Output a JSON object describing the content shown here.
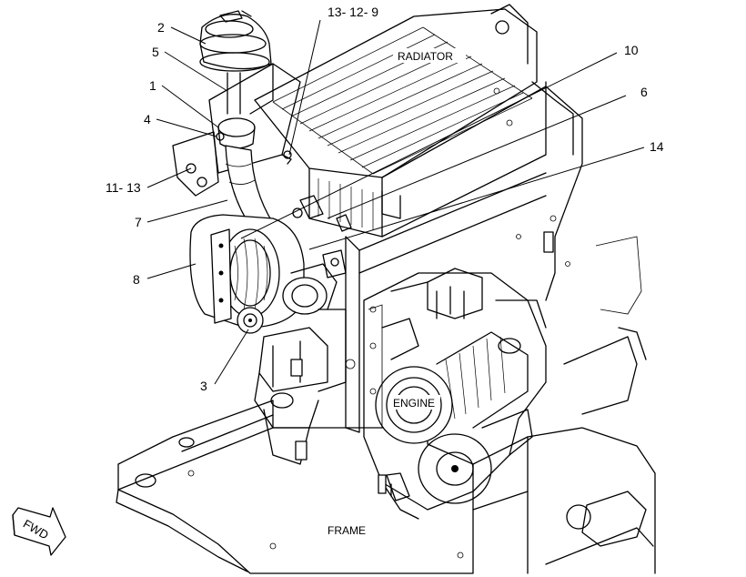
{
  "captions": {
    "radiator": "RADIATOR",
    "engine": "ENGINE",
    "frame": "FRAME",
    "fwd": "FWD"
  },
  "callouts": [
    {
      "id": "2",
      "label": "2"
    },
    {
      "id": "5",
      "label": "5"
    },
    {
      "id": "1",
      "label": "1"
    },
    {
      "id": "4",
      "label": "4"
    },
    {
      "id": "11-13",
      "label": "11- 13"
    },
    {
      "id": "7",
      "label": "7"
    },
    {
      "id": "8",
      "label": "8"
    },
    {
      "id": "3",
      "label": "3"
    },
    {
      "id": "13-12-9",
      "label": "13- 12- 9"
    },
    {
      "id": "10",
      "label": "10"
    },
    {
      "id": "6",
      "label": "6"
    },
    {
      "id": "14",
      "label": "14"
    }
  ]
}
